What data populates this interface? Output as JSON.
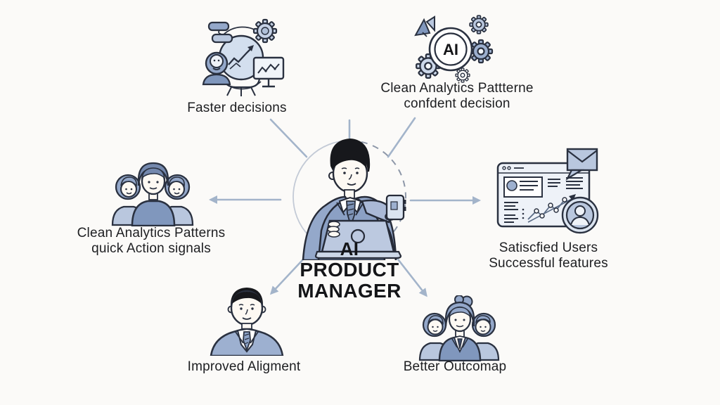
{
  "page": {
    "background": "#fbfaf8"
  },
  "palette": {
    "line": "#a3b4ca",
    "outline": "#2a3140",
    "fill_light": "#ccd8ea",
    "fill_mid": "#9db0cf",
    "fill_deep": "#8097bd",
    "hair_black": "#17181c",
    "hair_blue": "#7488ad",
    "skin": "#fdf9f3",
    "text": "#1d1e21"
  },
  "center": {
    "icon": "product-manager-figure",
    "title_line1": "AI",
    "title_line2": "PRODUCT",
    "title_line3": "MANAGER"
  },
  "nodes": {
    "faster_decisions": {
      "icon": "analytics-automation-icon",
      "label": "Faster decisions"
    },
    "ai_analytics": {
      "icon": "ai-gears-icon",
      "badge": "AI",
      "line1": "Clean Analytics Pattterne",
      "line2": "confdent decision"
    },
    "team_left": {
      "icon": "team-icon",
      "line1": "Clean Analytics Patterns",
      "line2": "quick Action signals"
    },
    "dashboard": {
      "icon": "dashboard-report-icon",
      "line1": "Satiscfied Users",
      "line2": "Successful features"
    },
    "alignment": {
      "icon": "businessman-icon",
      "label": "Improved Aligment"
    },
    "outcomes": {
      "icon": "team-icon",
      "label": "Better Outcomap"
    }
  }
}
